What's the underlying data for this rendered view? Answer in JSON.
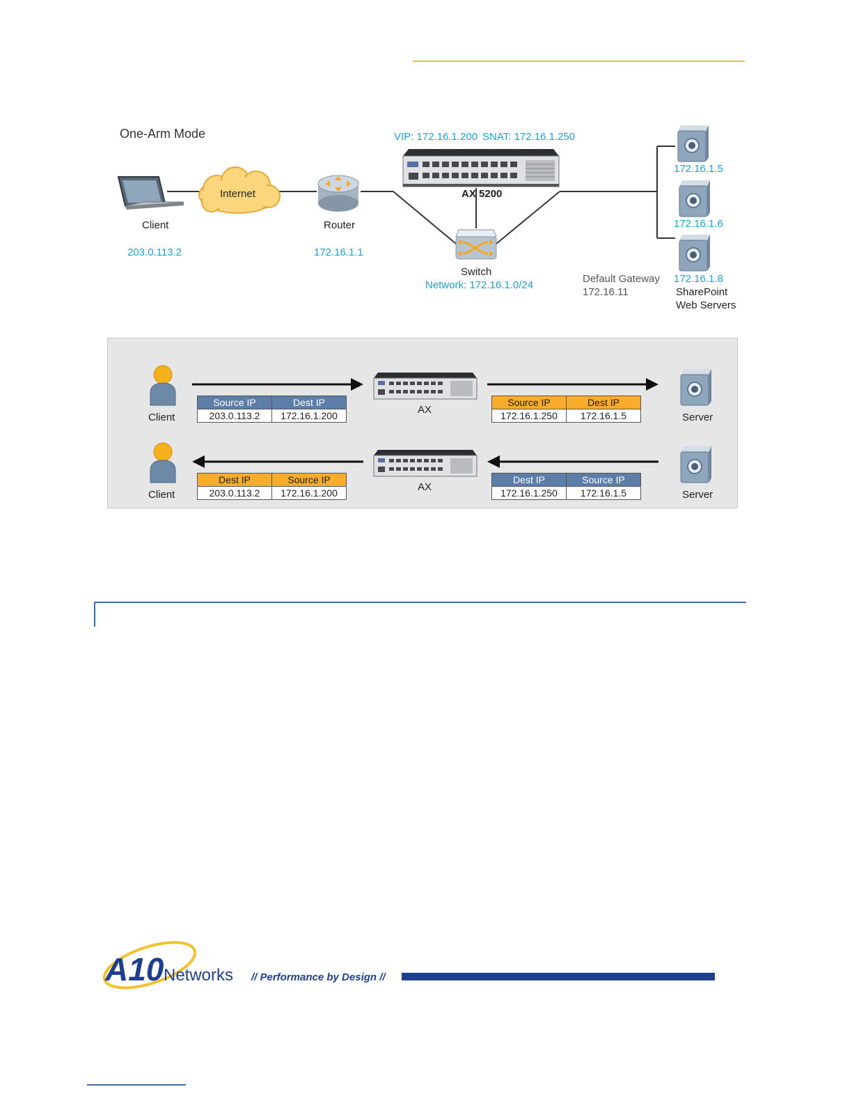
{
  "diagram": {
    "title": "One-Arm Mode",
    "client": {
      "label": "Client",
      "ip": "203.0.113.2"
    },
    "internet": {
      "label": "Internet"
    },
    "router": {
      "label": "Router",
      "ip": "172.16.1.1"
    },
    "ax": {
      "vip": "VIP: 172.16.1.200",
      "snat": "SNAT: 172.16.1.250",
      "label": "AX 5200"
    },
    "switch": {
      "label": "Switch",
      "network": "Network: 172.16.1.0/24"
    },
    "gateway": {
      "label": "Default Gateway",
      "ip": "172.16.11"
    },
    "servers": [
      {
        "ip": "172.16.1.5"
      },
      {
        "ip": "172.16.1.6"
      },
      {
        "ip": "172.16.1.8"
      }
    ],
    "servers_caption_1": "SharePoint",
    "servers_caption_2": "Web Servers"
  },
  "flow": {
    "request": {
      "client_label": "Client",
      "ax_label": "AX",
      "server_label": "Server",
      "left_table": {
        "headers": [
          "Source IP",
          "Dest IP"
        ],
        "values": [
          "203.0.113.2",
          "172.16.1.200"
        ]
      },
      "right_table": {
        "headers": [
          "Source IP",
          "Dest IP"
        ],
        "values": [
          "172.16.1.250",
          "172.16.1.5"
        ]
      }
    },
    "response": {
      "client_label": "Client",
      "ax_label": "AX",
      "server_label": "Server",
      "left_table": {
        "headers": [
          "Dest IP",
          "Source IP"
        ],
        "values": [
          "203.0.113.2",
          "172.16.1.200"
        ]
      },
      "right_table": {
        "headers": [
          "Dest IP",
          "Source IP"
        ],
        "values": [
          "172.16.1.250",
          "172.16.1.5"
        ]
      }
    }
  },
  "footer": {
    "logo_letter": "A10",
    "logo_word": "Networks",
    "tagline": "// Performance by Design //"
  },
  "colors": {
    "accent_yellow": "#f2c12e",
    "accent_blue": "#3e6aa8",
    "label_cyan": "#1e9fd6",
    "table_blue": "#5d7ea8",
    "table_orange": "#f7ac2c"
  }
}
